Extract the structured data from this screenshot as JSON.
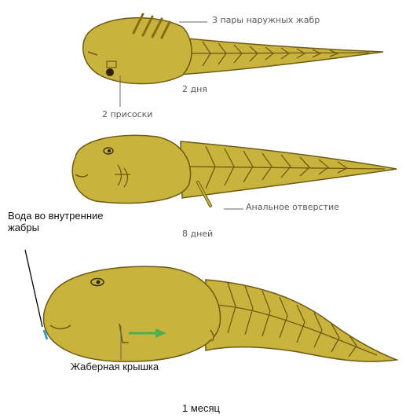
{
  "labels": {
    "gills_pairs": "3 пары наружных жабр",
    "two_days": "2 дня",
    "suckers": "2 присоски",
    "anal_opening": "Анальное отверстие",
    "eight_days": "8 дней",
    "water_to_gills": "Вода во внутренние жабры",
    "gill_cover": "Жаберная крышка",
    "one_month": "1 месяц"
  },
  "colors": {
    "body": "#c8b43c",
    "body_outline": "#6e5a14",
    "gill_stripes": "#8a6a10",
    "tail_fin": "#c8b43c",
    "arrow": "#4caf50",
    "text_book": "#5a5a5a",
    "text_note": "#111111"
  }
}
